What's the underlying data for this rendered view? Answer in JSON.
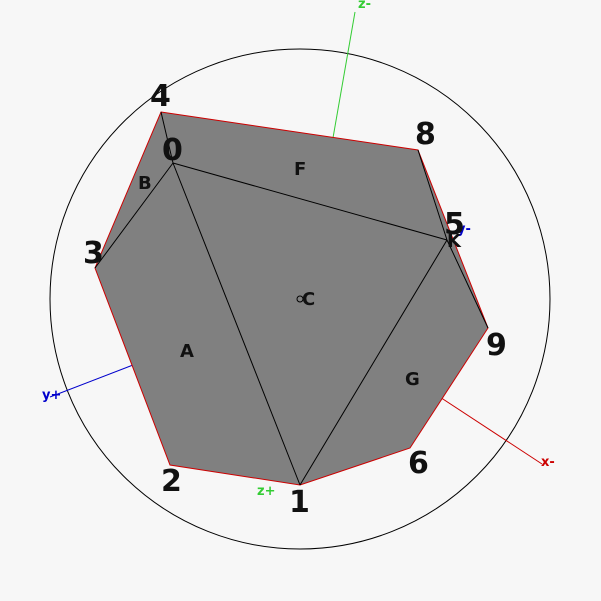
{
  "scene": {
    "background_color": "#f7f7f7",
    "face_color": "#808080",
    "edge_color": "#000000",
    "outline_color": "#cc0000",
    "bounding_circle": true
  },
  "axes": {
    "z_minus": {
      "label": "z-",
      "color": "#33cc33"
    },
    "z_plus": {
      "label": "z+",
      "color": "#33cc33"
    },
    "y_plus": {
      "label": "y+",
      "color": "#0000cc"
    },
    "y_minus": {
      "label": "y-",
      "color": "#0000cc"
    },
    "x_minus": {
      "label": "x-",
      "color": "#cc0000"
    }
  },
  "vertices": [
    "0",
    "1",
    "2",
    "3",
    "4",
    "5",
    "6",
    "8",
    "9",
    "K"
  ],
  "faces": [
    "A",
    "B",
    "C",
    "F",
    "G"
  ]
}
